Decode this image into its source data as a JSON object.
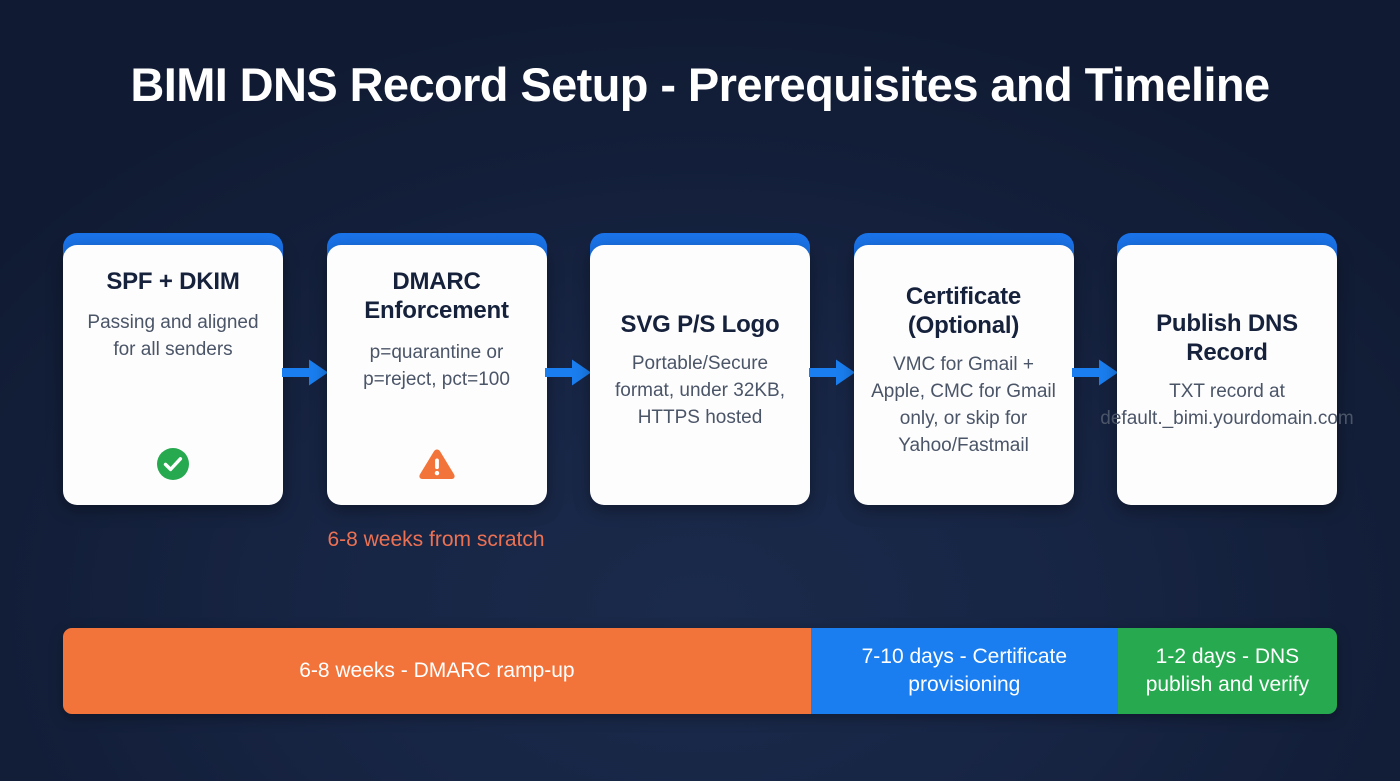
{
  "page": {
    "title": "BIMI DNS Record Setup - Prerequisites and Timeline",
    "background_color": "#131f3a"
  },
  "colors": {
    "accent_blue": "#1a73e8",
    "arrow_blue": "#1a7ef0",
    "card_background": "#fdfdfd",
    "card_title": "#16213c",
    "card_description": "#4b5568",
    "note_orange": "#ec7153",
    "success_green": "#27a94f",
    "warning_orange": "#f2743a"
  },
  "steps": [
    {
      "title": "SPF + DKIM",
      "description": "Passing and aligned for all senders",
      "icon": "check-circle-icon"
    },
    {
      "title": "DMARC Enforcement",
      "description": "p=quarantine or p=reject, pct=100",
      "icon": "warning-triangle-icon"
    },
    {
      "title": "SVG P/S Logo",
      "description": "Portable/Secure format, under 32KB, HTTPS hosted",
      "icon": ""
    },
    {
      "title": "Certificate (Optional)",
      "description": "VMC for Gmail + Apple, CMC for Gmail only, or skip for Yahoo/Fastmail",
      "icon": ""
    },
    {
      "title": "Publish DNS Record",
      "description": "TXT record at default._bimi.yourdomain.com",
      "icon": ""
    }
  ],
  "note": {
    "text": "6-8 weeks from scratch"
  },
  "timeline": {
    "segments": [
      {
        "label": "6-8 weeks - DMARC ramp-up",
        "color": "#f2743a",
        "width_percent": 58.7
      },
      {
        "label": "7-10 days - Certificate provisioning",
        "color": "#1a7ef0",
        "width_percent": 24.1
      },
      {
        "label": "1-2 days - DNS publish and verify",
        "color": "#27a94f",
        "width_percent": 17.2
      }
    ]
  }
}
